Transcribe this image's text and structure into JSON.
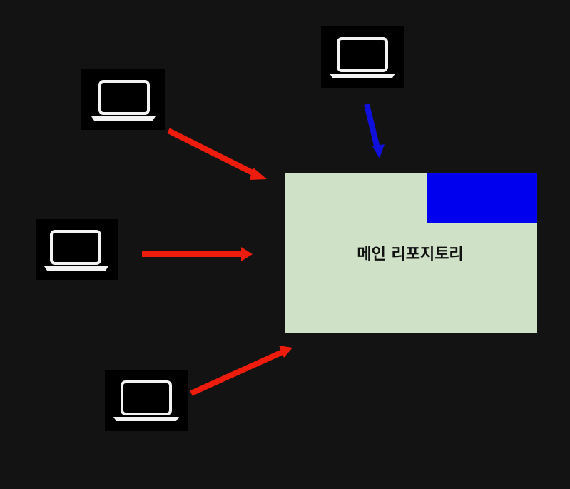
{
  "diagram": {
    "repo_label": "메인 리포지토리",
    "colors": {
      "background": "#131313",
      "repo_fill": "#cfe2c8",
      "repo_accent": "#0000ee",
      "push_arrow": "#ee1c0c",
      "pull_arrow": "#1010dd",
      "laptop_icon": "#f2f2f2"
    },
    "nodes": [
      {
        "id": "laptop-top-left",
        "icon": "laptop-icon"
      },
      {
        "id": "laptop-top",
        "icon": "laptop-icon"
      },
      {
        "id": "laptop-middle-left",
        "icon": "laptop-icon"
      },
      {
        "id": "laptop-bottom-left",
        "icon": "laptop-icon"
      }
    ],
    "edges": [
      {
        "from": "laptop-top-left",
        "to": "main-repository",
        "color": "red"
      },
      {
        "from": "laptop-middle-left",
        "to": "main-repository",
        "color": "red"
      },
      {
        "from": "laptop-bottom-left",
        "to": "main-repository",
        "color": "red"
      },
      {
        "from": "laptop-top",
        "to": "main-repository",
        "color": "blue"
      }
    ]
  }
}
